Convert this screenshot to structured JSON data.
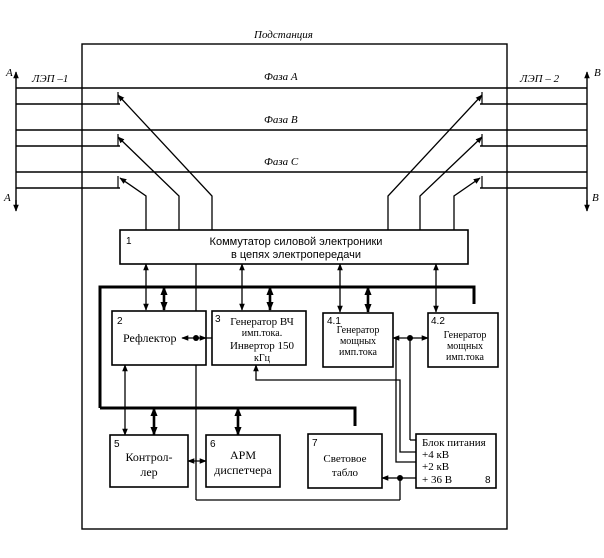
{
  "substation": {
    "title": "Подстанция"
  },
  "lines": {
    "left_line": "ЛЭП –1",
    "right_line": "ЛЭП – 2",
    "left_top_letter": "A",
    "left_bottom_letter": "A",
    "right_top_letter": "B",
    "right_bottom_letter": "B",
    "phases": [
      "Фаза  А",
      "Фаза  В",
      "Фаза  С"
    ]
  },
  "blocks": {
    "commutator": {
      "num": "1",
      "text": [
        "Коммутатор силовой электроники",
        "в цепях электропередачи"
      ]
    },
    "reflector": {
      "num": "2",
      "text": [
        "Рефлектор"
      ]
    },
    "generator_hf": {
      "num": "3",
      "text": [
        "Генератор ВЧ",
        "имп.тока.",
        "Инвертор 150",
        "кГц"
      ]
    },
    "generator_41": {
      "num": "4.1",
      "text": [
        "Генератор",
        "мощных",
        "имп.тока"
      ]
    },
    "generator_42": {
      "num": "4.2",
      "text": [
        "Генератор",
        "мощных",
        "имп.тока"
      ]
    },
    "controller": {
      "num": "5",
      "text": [
        "Контрол-",
        "лер"
      ]
    },
    "arm": {
      "num": "6",
      "text": [
        "АРМ",
        "диспетчера"
      ]
    },
    "display": {
      "num": "7",
      "text": [
        "Световое",
        "табло"
      ]
    },
    "power": {
      "num": "8",
      "text": [
        "Блок питания",
        "+4 кВ",
        "+2 кВ",
        "+ 36 В"
      ]
    }
  }
}
